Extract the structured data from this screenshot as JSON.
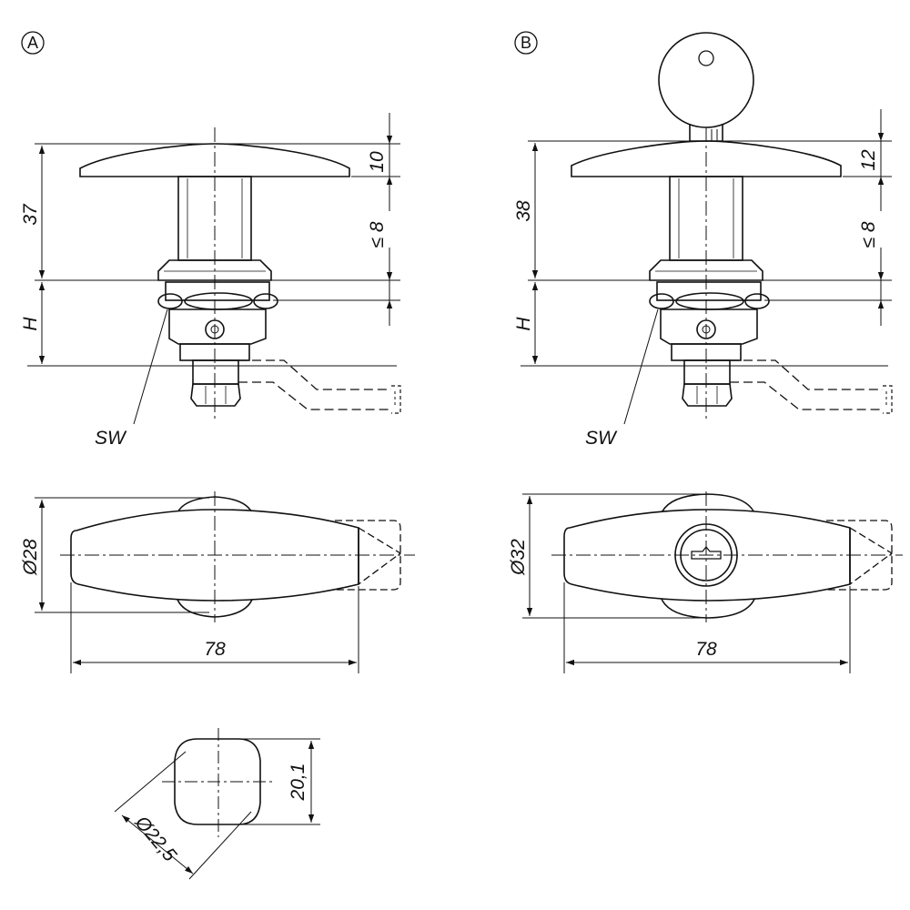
{
  "view_labels": {
    "a": "A",
    "b": "B"
  },
  "view_a": {
    "dim_head_height": "10",
    "dim_total_height": "37",
    "dim_clamp_range": "≤ 8",
    "dim_h": "H",
    "dim_wrench": "SW",
    "dim_diameter": "Ø28",
    "dim_length": "78"
  },
  "view_b": {
    "dim_head_height": "12",
    "dim_total_height": "38",
    "dim_clamp_range": "≤ 8",
    "dim_h": "H",
    "dim_wrench": "SW",
    "dim_diameter": "Ø32",
    "dim_length": "78"
  },
  "cutout": {
    "dim_flats": "20,1",
    "dim_diameter": "Ø22,5"
  },
  "colors": {
    "line": "#111111",
    "background": "#ffffff"
  }
}
